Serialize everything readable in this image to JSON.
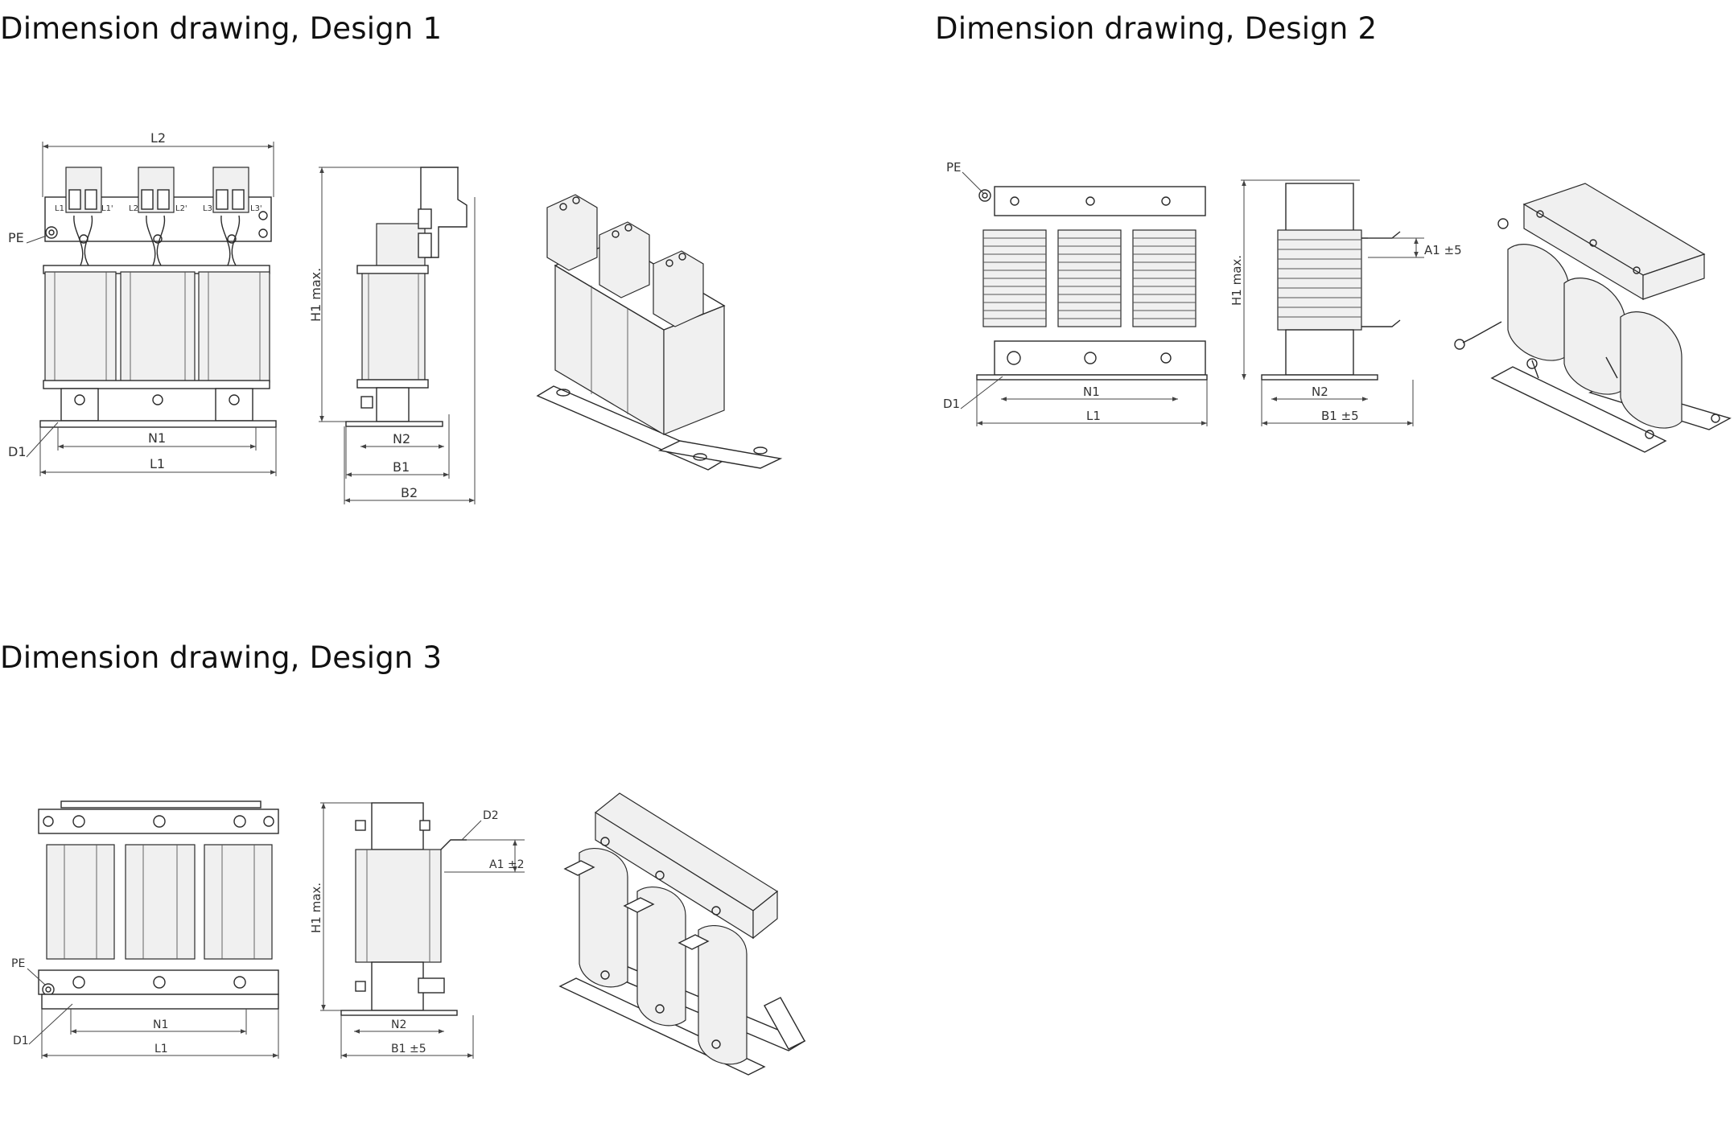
{
  "titles": {
    "design1": "Dimension drawing, Design 1",
    "design2": "Dimension drawing, Design 2",
    "design3": "Dimension drawing, Design 3"
  },
  "design1": {
    "L2": "L2",
    "PE": "PE",
    "D1": "D1",
    "N1": "N1",
    "L1": "L1",
    "H1": "H1 max.",
    "N2": "N2",
    "B1": "B1",
    "B2": "B2",
    "terminals": [
      "L1",
      "L1'",
      "L2",
      "L2'",
      "L3",
      "L3'"
    ]
  },
  "design2": {
    "PE": "PE",
    "D1": "D1",
    "N1": "N1",
    "L1": "L1",
    "H1": "H1 max.",
    "N2": "N2",
    "B1": "B1 ±5",
    "A1": "A1 ±5"
  },
  "design3": {
    "PE": "PE",
    "D1": "D1",
    "N1": "N1",
    "L1": "L1",
    "H1": "H1 max.",
    "N2": "N2",
    "B1": "B1 ±5",
    "D2": "D2",
    "A1": "A1 ±2"
  }
}
